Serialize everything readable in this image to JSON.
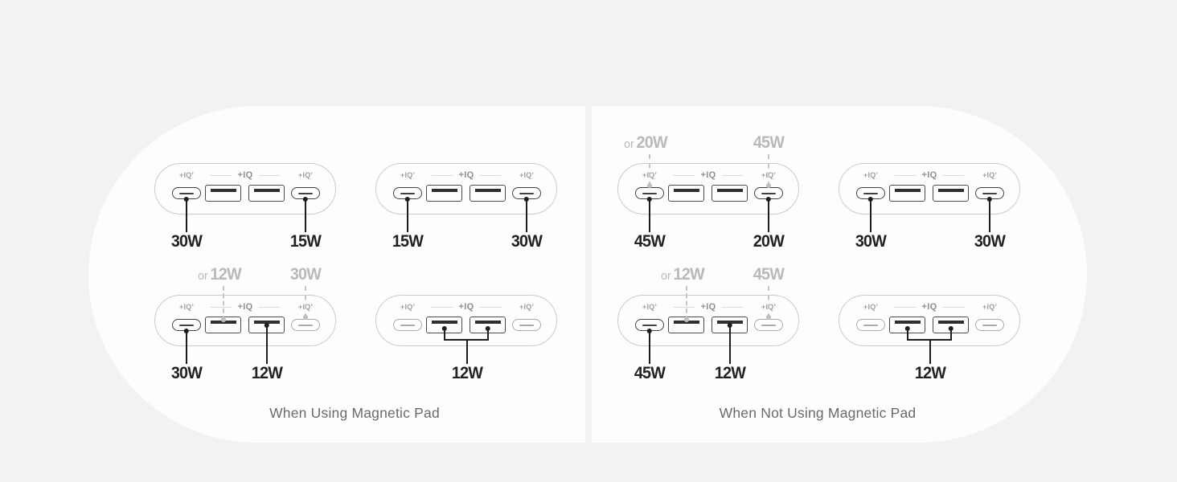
{
  "legend": {
    "side_label": "+IQ'",
    "center_label": "+IQ"
  },
  "port_types": [
    "usb-c",
    "usb-a",
    "usb-a",
    "usb-c"
  ],
  "colors": {
    "background": "#f2f2f4",
    "panel": "#fdfdfe",
    "device_outline": "#cbcbcb",
    "solid_line": "#1d1d1d",
    "dashed_line": "#c6c6c6",
    "gray_label": "#b9b9b9",
    "black_label": "#222222",
    "title_text": "#6a6a6a"
  },
  "panels": [
    {
      "title": "When Using Magnetic Pad",
      "devices": [
        {
          "bottom": [
            {
              "port": "usb-c-left",
              "value": "30W"
            },
            {
              "port": "usb-c-right",
              "value": "15W"
            }
          ]
        },
        {
          "bottom": [
            {
              "port": "usb-c-left",
              "value": "15W"
            },
            {
              "port": "usb-c-right",
              "value": "30W"
            }
          ]
        },
        {
          "top": [
            {
              "port": "usb-a-1",
              "prefix": "or",
              "value": "12W"
            },
            {
              "port": "usb-c-right",
              "value": "30W"
            }
          ],
          "bottom": [
            {
              "port": "usb-c-left",
              "value": "30W"
            },
            {
              "port": "usb-a-2",
              "value": "12W"
            }
          ]
        },
        {
          "bottom": [
            {
              "port": "usb-a-both",
              "value": "12W"
            }
          ]
        }
      ]
    },
    {
      "title": "When Not Using Magnetic Pad",
      "devices": [
        {
          "top": [
            {
              "port": "usb-c-left",
              "prefix": "or",
              "value": "20W"
            },
            {
              "port": "usb-c-right",
              "value": "45W"
            }
          ],
          "bottom": [
            {
              "port": "usb-c-left",
              "value": "45W"
            },
            {
              "port": "usb-c-right",
              "value": "20W"
            }
          ]
        },
        {
          "bottom": [
            {
              "port": "usb-c-left",
              "value": "30W"
            },
            {
              "port": "usb-c-right",
              "value": "30W"
            }
          ]
        },
        {
          "top": [
            {
              "port": "usb-a-1",
              "prefix": "or",
              "value": "12W"
            },
            {
              "port": "usb-c-right",
              "value": "45W"
            }
          ],
          "bottom": [
            {
              "port": "usb-c-left",
              "value": "45W"
            },
            {
              "port": "usb-a-2",
              "value": "12W"
            }
          ]
        },
        {
          "bottom": [
            {
              "port": "usb-a-both",
              "value": "12W"
            }
          ]
        }
      ]
    }
  ]
}
